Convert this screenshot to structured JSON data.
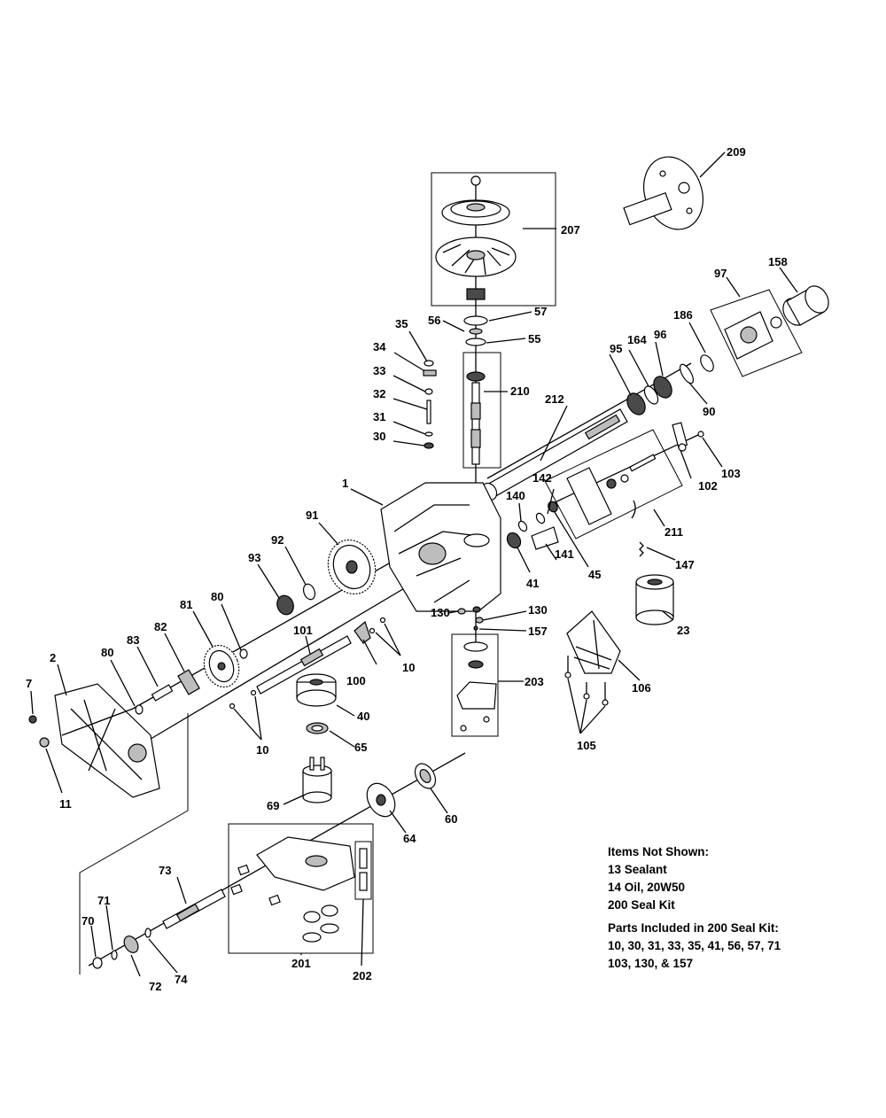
{
  "callouts": {
    "c1": "1",
    "c2": "2",
    "c7": "7",
    "c10a": "10",
    "c10b": "10",
    "c11": "11",
    "c23": "23",
    "c30": "30",
    "c31": "31",
    "c32": "32",
    "c33": "33",
    "c34": "34",
    "c35": "35",
    "c40": "40",
    "c41": "41",
    "c45": "45",
    "c55": "55",
    "c56": "56",
    "c57": "57",
    "c60": "60",
    "c64": "64",
    "c65": "65",
    "c69": "69",
    "c70": "70",
    "c71": "71",
    "c72": "72",
    "c73": "73",
    "c74": "74",
    "c80a": "80",
    "c80b": "80",
    "c81": "81",
    "c82": "82",
    "c83": "83",
    "c90": "90",
    "c91": "91",
    "c92": "92",
    "c93": "93",
    "c95": "95",
    "c96": "96",
    "c97": "97",
    "c100": "100",
    "c101": "101",
    "c102": "102",
    "c103": "103",
    "c105": "105",
    "c106": "106",
    "c130a": "130",
    "c130b": "130",
    "c140": "140",
    "c141": "141",
    "c142": "142",
    "c147": "147",
    "c157": "157",
    "c158": "158",
    "c164": "164",
    "c186": "186",
    "c201": "201",
    "c202": "202",
    "c203": "203",
    "c207": "207",
    "c209": "209",
    "c210": "210",
    "c211": "211",
    "c212": "212"
  },
  "notes": {
    "not_shown_heading": "Items Not Shown:",
    "not_shown_items": [
      "13 Sealant",
      "14 Oil, 20W50",
      "200 Seal Kit"
    ],
    "kit_heading": "Parts Included in 200 Seal Kit:",
    "kit_lines": [
      "10, 30, 31, 33, 35, 41, 56, 57, 71",
      "103, 130, & 157"
    ]
  }
}
